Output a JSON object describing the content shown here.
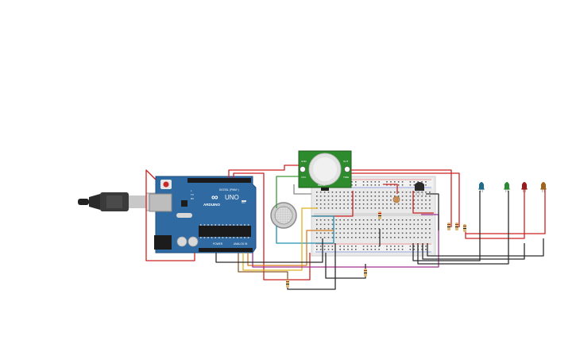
{
  "arduino": {
    "brand": "ARDUINO",
    "model": "UNO",
    "digital_label": "DIGITAL (PWM~)",
    "power_label": "POWER",
    "analog_label": "ANALOG IN",
    "logo_glyph": "∞",
    "tx_label": "TX",
    "rx_label": "RX",
    "l_label": "L",
    "on_label": "ON",
    "aref_label": "AREF",
    "gnd_label": "GND",
    "ioref_label": "IOREF",
    "reset_label": "RESET",
    "v33_label": "3.3V",
    "v5_label": "5V",
    "vin_label": "Vin",
    "a0_label": "A0"
  },
  "pir_sensor": {
    "left_labels": [
      "GND",
      "VCC"
    ],
    "right_labels": [
      "OUT",
      "TIME"
    ],
    "bottom_label": "DELAY"
  },
  "leds": [
    {
      "color": "#1f6b8c",
      "name": "blue"
    },
    {
      "color": "#2c8a32",
      "name": "green"
    },
    {
      "color": "#9a1b1b",
      "name": "red"
    },
    {
      "color": "#a0651c",
      "name": "yellow"
    }
  ],
  "wire_colors": {
    "red": "#cc2222",
    "black": "#2b2b2b",
    "green": "#3a9a3a",
    "yellow": "#e0b020",
    "orange": "#d97b1f",
    "teal": "#1e90b0",
    "brown": "#8a5a2b",
    "purple": "#a03090",
    "gray": "#888888"
  }
}
